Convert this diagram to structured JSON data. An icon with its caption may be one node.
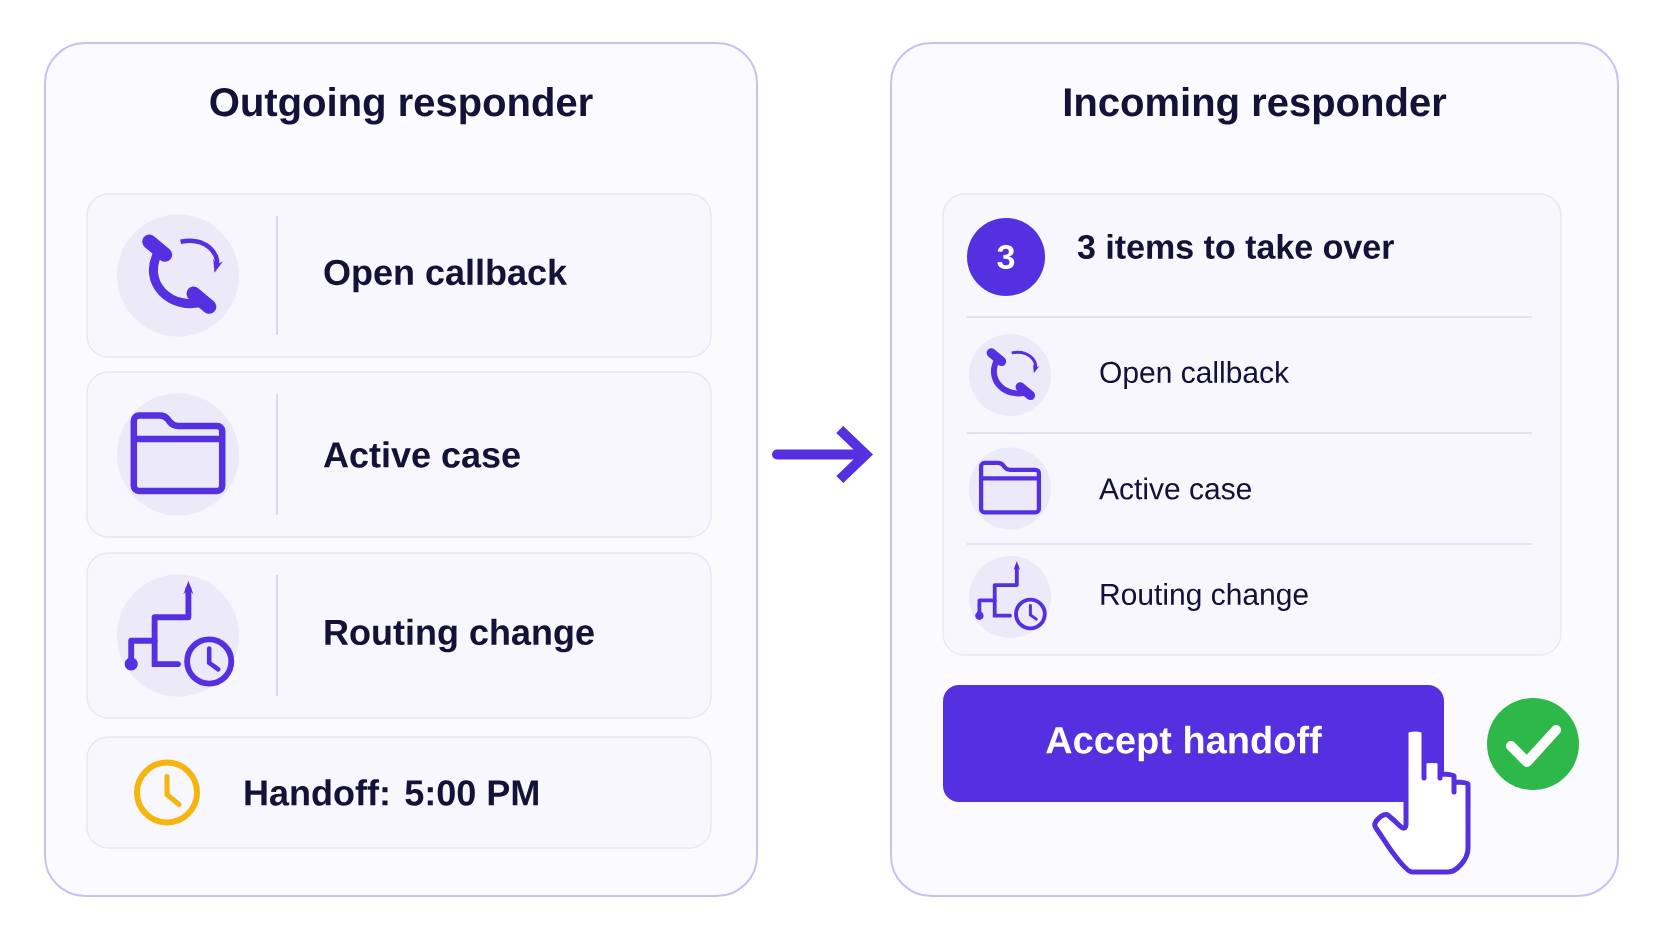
{
  "diagram": {
    "nodes": [
      {
        "text": [
          "Outgoing responder"
        ]
      },
      {
        "text": [
          "Open callback"
        ],
        "in": 0
      },
      {
        "text": [
          "Active case"
        ],
        "in": 0
      },
      {
        "text": [
          "Routing change"
        ],
        "in": 0
      },
      {
        "text": [
          "Handoff: 5:00 PM"
        ],
        "in": 0
      },
      {
        "text": [
          "Incoming responder"
        ]
      },
      {
        "text": [
          "3 items to take over"
        ],
        "in": 5
      },
      {
        "text": [
          "3"
        ],
        "in": 6
      },
      {
        "text": [
          "Open callback"
        ],
        "in": 6
      },
      {
        "text": [
          "Active case"
        ],
        "in": 6
      },
      {
        "text": [
          "Routing change"
        ],
        "in": 6
      },
      {
        "text": [
          "Accept handoff"
        ],
        "in": 5
      }
    ],
    "edges": [
      {
        "from": 0,
        "to": 5,
        "arrow": "to"
      }
    ]
  }
}
